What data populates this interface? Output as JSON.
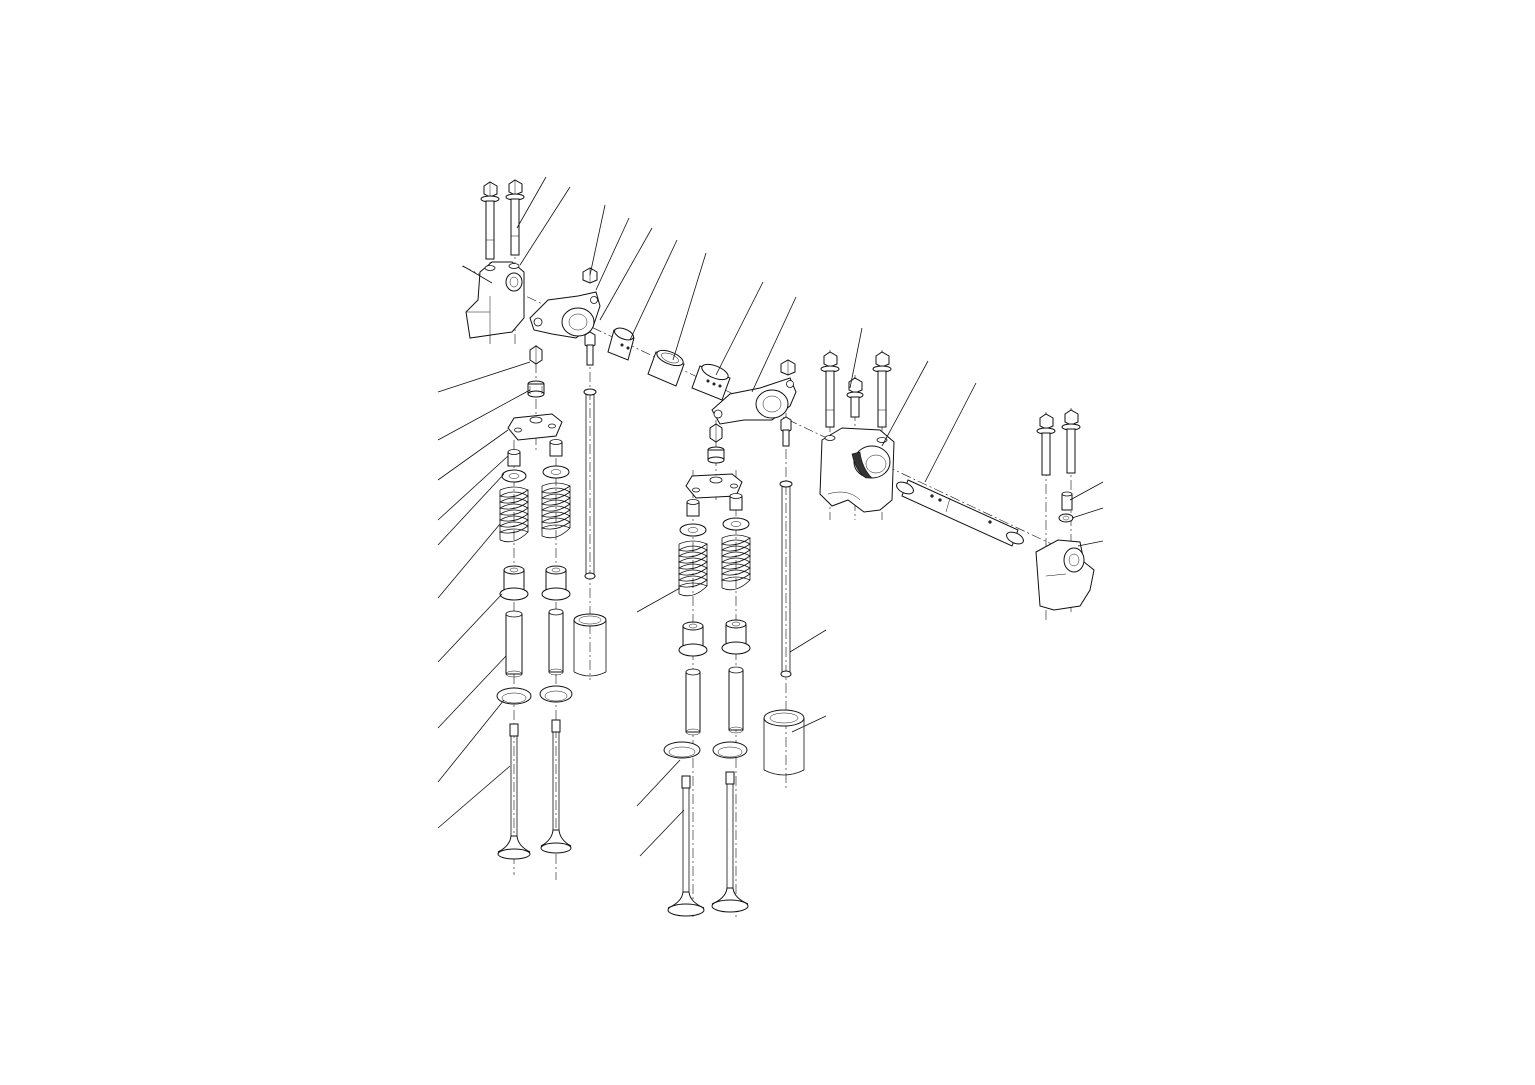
{
  "diagram": {
    "kind": "exploded-view-line-drawing",
    "line_color": "#111111",
    "background_color": "#ffffff",
    "labels_printed": false,
    "components": [
      {
        "id": "bolt",
        "icon": "flange-bolt-icon"
      },
      {
        "id": "rocker-support",
        "icon": "rocker-support-icon"
      },
      {
        "id": "rocker-arm",
        "icon": "rocker-arm-icon"
      },
      {
        "id": "adjusting-nut",
        "icon": "nut-icon"
      },
      {
        "id": "rocker-shaft-spacer",
        "icon": "sleeve-icon"
      },
      {
        "id": "rocker-bushing",
        "icon": "bushing-icon"
      },
      {
        "id": "rocker-shaft",
        "icon": "shaft-icon"
      },
      {
        "id": "push-rod",
        "icon": "push-rod-icon"
      },
      {
        "id": "tappet",
        "icon": "tappet-icon"
      },
      {
        "id": "valve-bridge",
        "icon": "valve-bridge-icon"
      },
      {
        "id": "collet",
        "icon": "collet-icon"
      },
      {
        "id": "spring-retainer",
        "icon": "retainer-icon"
      },
      {
        "id": "valve-spring",
        "icon": "spring-icon"
      },
      {
        "id": "valve-stem-seal",
        "icon": "stem-seal-icon"
      },
      {
        "id": "valve-guide",
        "icon": "valve-guide-icon"
      },
      {
        "id": "valve-seat-insert",
        "icon": "seat-ring-icon"
      },
      {
        "id": "valve",
        "icon": "valve-icon"
      }
    ]
  }
}
